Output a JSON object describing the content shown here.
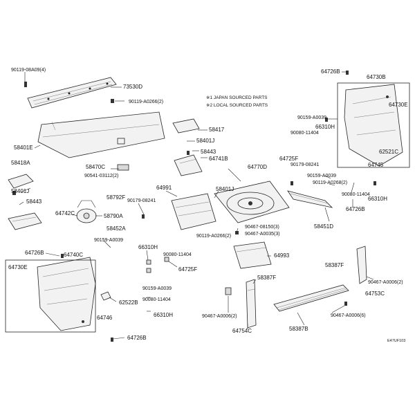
{
  "legend": {
    "line1": "※1 JAPAN SOURCED PARTS",
    "line2": "※2 LOCAL SOURCED PARTS"
  },
  "footer_code": "E47UF103",
  "callouts": [
    {
      "id": "c1",
      "text": "90119-08A09(4)",
      "size": 7
    },
    {
      "id": "c2",
      "text": "73530D",
      "size": 8
    },
    {
      "id": "c3",
      "text": "90119-A0266(2)",
      "size": 7
    },
    {
      "id": "c4",
      "text": "64726B",
      "size": 8
    },
    {
      "id": "c5",
      "text": "64730B",
      "size": 8
    },
    {
      "id": "c6",
      "text": "64730E",
      "size": 8
    },
    {
      "id": "c7",
      "text": "90159-A0039",
      "size": 7
    },
    {
      "id": "c8",
      "text": "66310H",
      "size": 8
    },
    {
      "id": "c9",
      "text": "90080-11404",
      "size": 7
    },
    {
      "id": "c10",
      "text": "58401E",
      "size": 8
    },
    {
      "id": "c11",
      "text": "58417",
      "size": 8
    },
    {
      "id": "c12",
      "text": "58401J",
      "size": 8
    },
    {
      "id": "c13",
      "text": "58443",
      "size": 8
    },
    {
      "id": "c14",
      "text": "64741B",
      "size": 8
    },
    {
      "id": "c15",
      "text": "64725F",
      "size": 8
    },
    {
      "id": "c16",
      "text": "62521C",
      "size": 8
    },
    {
      "id": "c17",
      "text": "90179-08241",
      "size": 7
    },
    {
      "id": "c18",
      "text": "64745",
      "size": 8
    },
    {
      "id": "c19",
      "text": "58418A",
      "size": 8
    },
    {
      "id": "c20",
      "text": "58470C",
      "size": 8
    },
    {
      "id": "c21",
      "text": "90541-03112(2)",
      "size": 7
    },
    {
      "id": "c22",
      "text": "64770D",
      "size": 8
    },
    {
      "id": "c23",
      "text": "90159-A0039",
      "size": 7
    },
    {
      "id": "c24",
      "text": "90119-A0268(2)",
      "size": 7
    },
    {
      "id": "c25",
      "text": "58401J",
      "size": 8
    },
    {
      "id": "c26",
      "text": "64991",
      "size": 8
    },
    {
      "id": "c27",
      "text": "58401J",
      "size": 8
    },
    {
      "id": "c28",
      "text": "90080-11404",
      "size": 7
    },
    {
      "id": "c29",
      "text": "64726B",
      "size": 8
    },
    {
      "id": "c30",
      "text": "66310H",
      "size": 8
    },
    {
      "id": "c31",
      "text": "58443",
      "size": 8
    },
    {
      "id": "c32",
      "text": "58792F",
      "size": 8
    },
    {
      "id": "c33",
      "text": "90179-08241",
      "size": 7
    },
    {
      "id": "c34",
      "text": "64742C",
      "size": 8
    },
    {
      "id": "c35",
      "text": "58790A",
      "size": 8
    },
    {
      "id": "c36",
      "text": "58452A",
      "size": 8
    },
    {
      "id": "c37",
      "text": "58451D",
      "size": 8
    },
    {
      "id": "c38",
      "text": "90467-08150(3)",
      "size": 7
    },
    {
      "id": "c39",
      "text": "90467-A0035(3)",
      "size": 7
    },
    {
      "id": "c40",
      "text": "90119-A0266(2)",
      "size": 7
    },
    {
      "id": "c41",
      "text": "90159-A0039",
      "size": 7
    },
    {
      "id": "c42",
      "text": "64726B",
      "size": 8
    },
    {
      "id": "c43",
      "text": "64740C",
      "size": 8
    },
    {
      "id": "c44",
      "text": "66310H",
      "size": 8
    },
    {
      "id": "c45",
      "text": "90080-11404",
      "size": 7
    },
    {
      "id": "c46",
      "text": "64993",
      "size": 8
    },
    {
      "id": "c47",
      "text": "64725F",
      "size": 8
    },
    {
      "id": "c48",
      "text": "64730E",
      "size": 8
    },
    {
      "id": "c49",
      "text": "58387F",
      "size": 8
    },
    {
      "id": "c50",
      "text": "58387F",
      "size": 8
    },
    {
      "id": "c51",
      "text": "90159-A0039",
      "size": 7
    },
    {
      "id": "c52",
      "text": "90080-11404",
      "size": 7
    },
    {
      "id": "c53",
      "text": "90467-A0006(2)",
      "size": 7
    },
    {
      "id": "c54",
      "text": "62522B",
      "size": 8
    },
    {
      "id": "c55",
      "text": "64753C",
      "size": 8
    },
    {
      "id": "c56",
      "text": "66310H",
      "size": 8
    },
    {
      "id": "c57",
      "text": "64746",
      "size": 8
    },
    {
      "id": "c58",
      "text": "90467-A0006(2)",
      "size": 7
    },
    {
      "id": "c59",
      "text": "64754C",
      "size": 8
    },
    {
      "id": "c60",
      "text": "90467-A0006(6)",
      "size": 7
    },
    {
      "id": "c61",
      "text": "58387B",
      "size": 8
    },
    {
      "id": "c62",
      "text": "64726B",
      "size": 8
    }
  ]
}
